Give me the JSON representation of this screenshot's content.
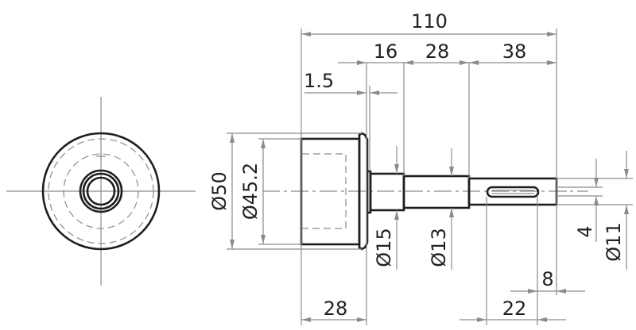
{
  "drawing": {
    "title": "Stepped shaft with flange — technical drawing",
    "views": [
      "end-view",
      "side-view"
    ]
  },
  "colors": {
    "object_line": "#1e1e1e",
    "dimension_line": "#8c8c8c",
    "text": "#222222",
    "background": "#ffffff"
  },
  "dimensions": {
    "overall_length": "110",
    "flange_to_shoulder": "16",
    "mid_section_length": "28",
    "end_section_length": "38",
    "flange_thickness": "1.5",
    "body_length": "28",
    "keyway_offset": "22",
    "keyway_slot_length": "8",
    "outer_diameter": "Ø50",
    "body_diameter": "Ø45.2",
    "shoulder_diameter": "Ø15",
    "mid_diameter": "Ø13",
    "end_diameter": "Ø11",
    "keyway_width": "4"
  }
}
